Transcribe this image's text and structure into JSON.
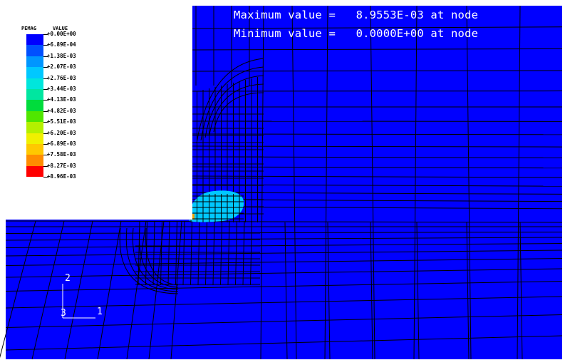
{
  "header": {
    "max_line": "Maximum value =   8.9553E-03 at node",
    "min_line": "Minimum value =   0.0000E+00 at node"
  },
  "legend": {
    "variable": "PEMAG",
    "value_label": "VALUE",
    "levels": [
      {
        "label": "+0.00E+00",
        "color": "#0000ff"
      },
      {
        "label": "+6.89E-04",
        "color": "#0050ff"
      },
      {
        "label": "+1.38E-03",
        "color": "#0096ff"
      },
      {
        "label": "+2.07E-03",
        "color": "#00c8ff"
      },
      {
        "label": "+2.76E-03",
        "color": "#00e6dc"
      },
      {
        "label": "+3.44E-03",
        "color": "#00e6a0"
      },
      {
        "label": "+4.13E-03",
        "color": "#00dc3c"
      },
      {
        "label": "+4.82E-03",
        "color": "#50e600"
      },
      {
        "label": "+5.51E-03",
        "color": "#b4f000"
      },
      {
        "label": "+6.20E-03",
        "color": "#f0f000"
      },
      {
        "label": "+6.89E-03",
        "color": "#ffc800"
      },
      {
        "label": "+7.58E-03",
        "color": "#ff8c00"
      },
      {
        "label": "+8.27E-03",
        "color": "#ff0000"
      },
      {
        "label": "+8.96E-03",
        "color": null
      }
    ]
  },
  "triad": {
    "axis_1": "1",
    "axis_2": "2",
    "axis_3": "3"
  },
  "colors": {
    "background": "#0000ff",
    "mesh_lines": "#000000",
    "hotspot": "#00c8ff",
    "hotspot_core": "#f0f000"
  }
}
